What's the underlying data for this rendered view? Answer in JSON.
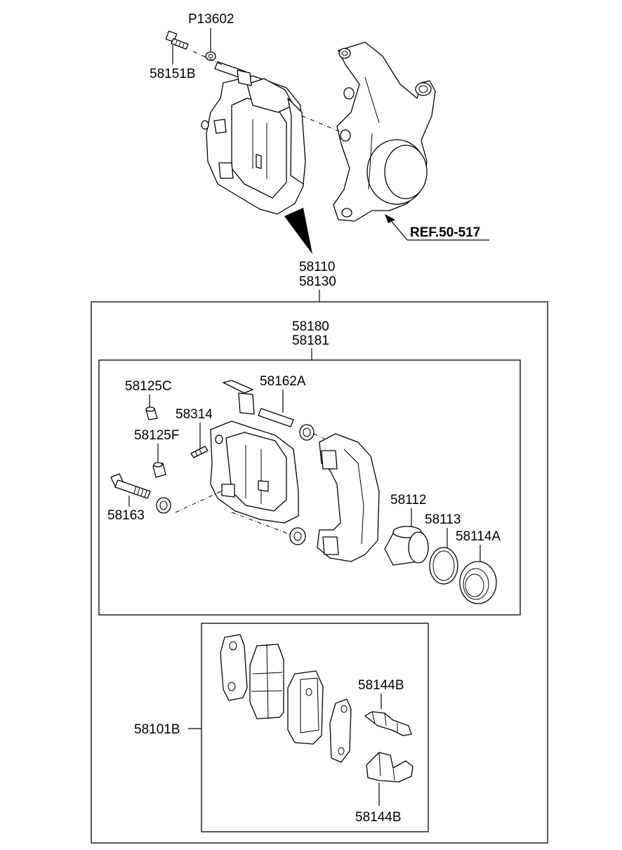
{
  "labels": {
    "p13602": "P13602",
    "p58151b": "58151B",
    "ref": "REF.50-517",
    "p58110": "58110",
    "p58130": "58130",
    "p58180": "58180",
    "p58181": "58181",
    "p58125c": "58125C",
    "p58162a": "58162A",
    "p58314": "58314",
    "p58125f": "58125F",
    "p58163": "58163",
    "p58112": "58112",
    "p58113": "58113",
    "p58114a": "58114A",
    "p58101b": "58101B",
    "p58144b_top": "58144B",
    "p58144b_bottom": "58144B"
  }
}
